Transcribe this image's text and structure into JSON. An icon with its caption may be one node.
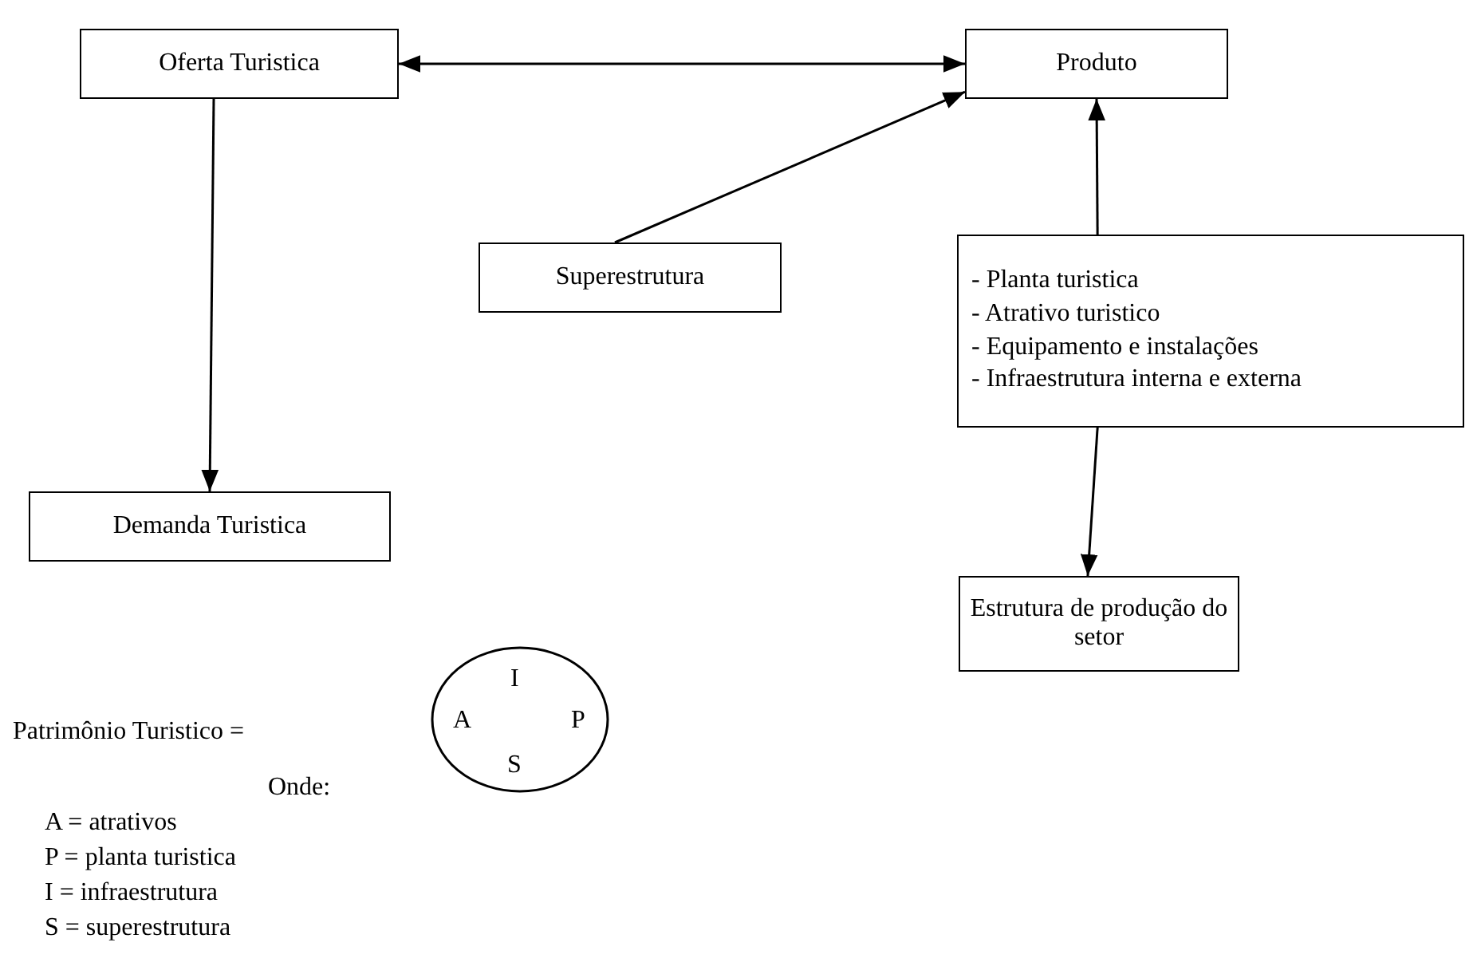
{
  "diagram": {
    "nodes": [
      {
        "text": [
          "Oferta Turistica"
        ]
      },
      {
        "text": [
          "Produto"
        ]
      },
      {
        "text": [
          "Superestrutura"
        ]
      },
      {
        "text": [
          "- Planta turistica",
          "- Atrativo turistico",
          "- Equipamento e instalações",
          "- Infraestrutura interna e externa"
        ]
      },
      {
        "text": [
          "Demanda Turistica"
        ]
      },
      {
        "text": [
          "Estrutura de produção do setor"
        ]
      },
      {
        "text": [
          "I",
          "A",
          "P",
          "S"
        ]
      }
    ],
    "edges": [
      {
        "from": 0,
        "to": 1,
        "arrow": "both"
      },
      {
        "from": 2,
        "to": 1,
        "arrow": "to"
      },
      {
        "from": 3,
        "to": 1,
        "arrow": "to"
      },
      {
        "from": 0,
        "to": 4,
        "arrow": "to"
      },
      {
        "from": 3,
        "to": 5,
        "arrow": "to"
      }
    ],
    "labels": [
      "Patrimônio Turistico =",
      "Onde:",
      "A = atrativos",
      "P = planta turistica",
      "I = infraestrutura",
      "S = superestrutura"
    ]
  }
}
